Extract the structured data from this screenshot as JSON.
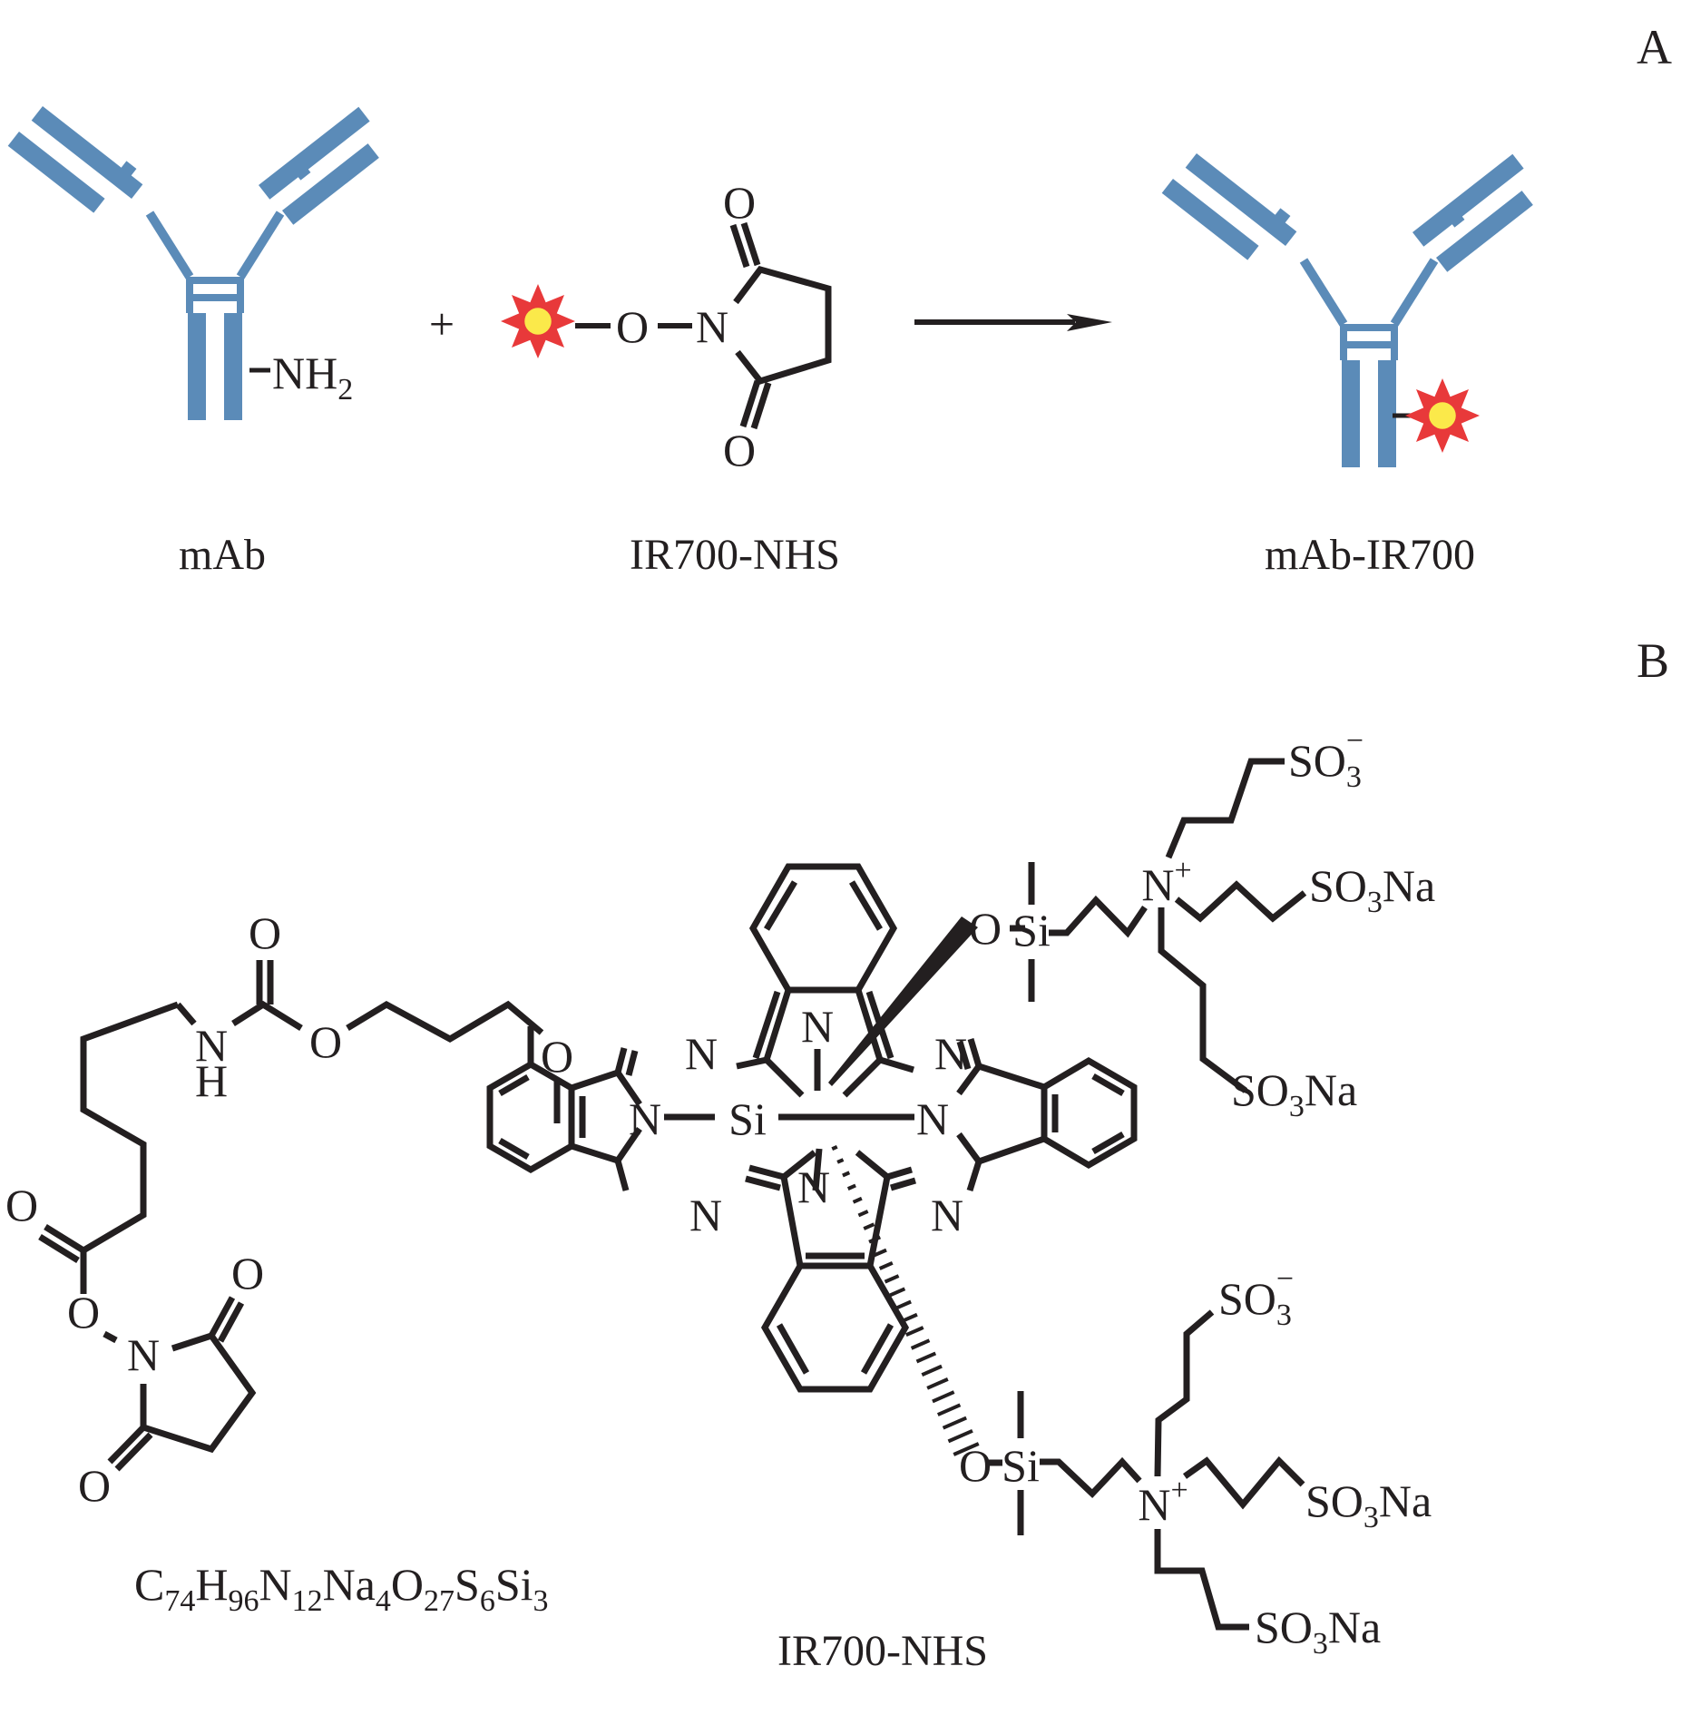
{
  "figure": {
    "panels": {
      "a": "A",
      "b": "B"
    },
    "colors": {
      "antibody": "#5b8bb8",
      "dye_petals": "#e8393a",
      "dye_center": "#fbe94a",
      "ink": "#231f20"
    },
    "panel_a": {
      "reactant_1": {
        "label": "mAb",
        "group": "NH",
        "group_sub": "2"
      },
      "plus_sign": "+",
      "reactant_2": {
        "label": "IR700-NHS",
        "atoms": [
          "O",
          "N",
          "O",
          "O"
        ]
      },
      "arrow": "reaction-arrow",
      "product": {
        "label": "mAb-IR700"
      }
    },
    "panel_b": {
      "molecule_label": "IR700-NHS",
      "formula": {
        "parts": [
          {
            "el": "C",
            "n": "74"
          },
          {
            "el": "H",
            "n": "96"
          },
          {
            "el": "N",
            "n": "12"
          },
          {
            "el": "Na",
            "n": "4"
          },
          {
            "el": "O",
            "n": "27"
          },
          {
            "el": "S",
            "n": "6"
          },
          {
            "el": "Si",
            "n": "3"
          }
        ]
      },
      "atoms": {
        "si_center": "Si",
        "n": "N",
        "o": "O",
        "h": "H",
        "si": "Si",
        "n_plus": "N",
        "plus": "+",
        "so3": "SO",
        "so3_sub": "3",
        "minus": "−",
        "na": "Na"
      }
    }
  }
}
